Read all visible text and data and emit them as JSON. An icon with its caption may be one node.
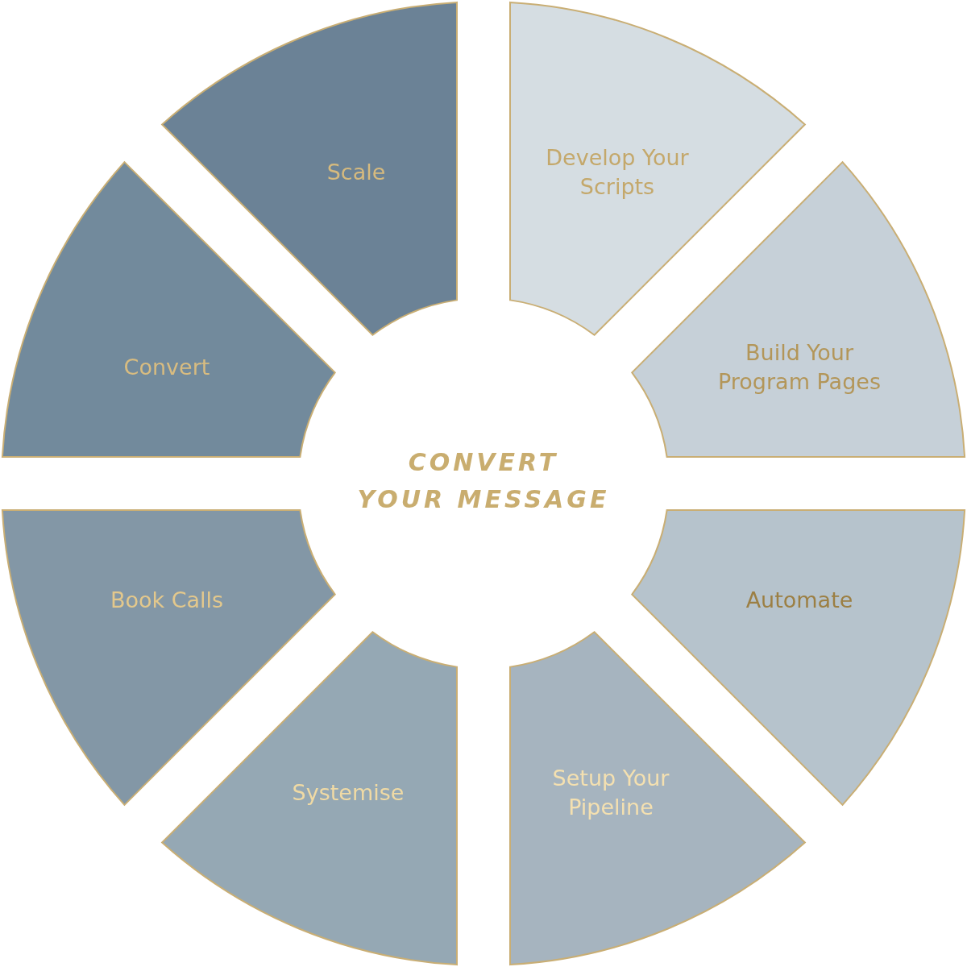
{
  "diagram": {
    "title": "CONVERT YOUR MESSAGE",
    "nodes": [
      {
        "text": [
          "Develop Your Scripts"
        ]
      },
      {
        "text": [
          "Build Your Program Pages"
        ]
      },
      {
        "text": [
          "Automate"
        ]
      },
      {
        "text": [
          "Setup Your Pipeline"
        ]
      },
      {
        "text": [
          "Systemise"
        ]
      },
      {
        "text": [
          "Book Calls"
        ]
      },
      {
        "text": [
          "Convert"
        ]
      },
      {
        "text": [
          "Scale"
        ]
      }
    ]
  }
}
